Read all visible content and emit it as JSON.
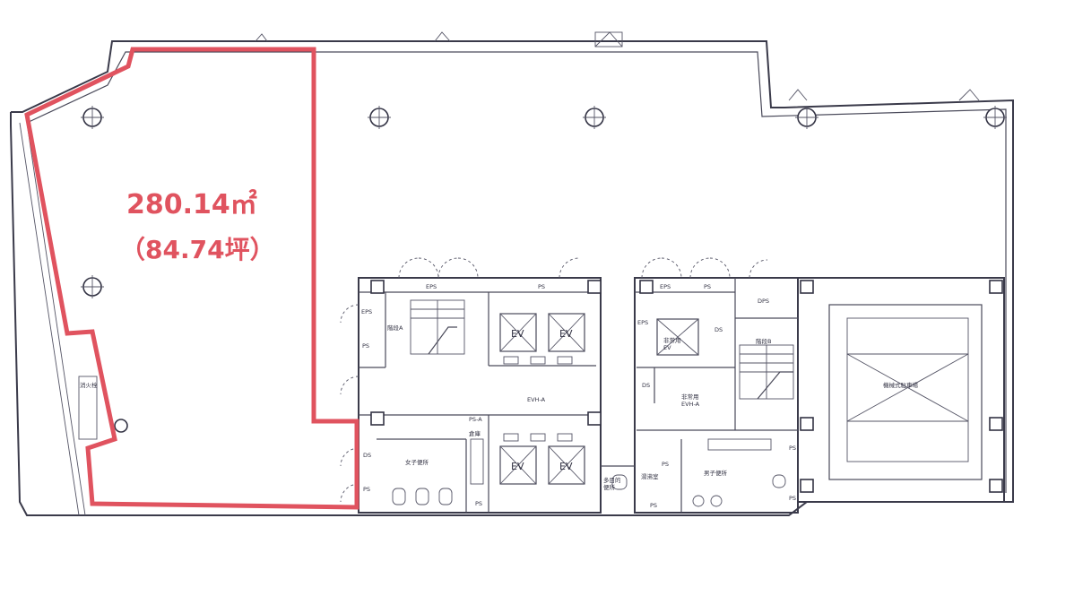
{
  "area": {
    "square_meters": "280.14㎡",
    "tsubo": "（84.74坪）"
  },
  "colors": {
    "tenant_outline": "#e0535f",
    "wall": "#3a3a4a"
  },
  "labels": {
    "eps_top_left": "EPS",
    "ps_top_left": "PS",
    "eps_left": "EPS",
    "ps_left": "PS",
    "stair_a": "階段A",
    "ev1": "EV",
    "ev2": "EV",
    "ev3": "EV",
    "ev4": "EV",
    "ev_hall_a": "EVH-A",
    "eps_mid": "EPS",
    "ps_mid": "PS",
    "eps_right": "EPS",
    "ds": "DS",
    "freight_ev": "非常用\nEV",
    "stair_b": "階段B",
    "dps": "DPS",
    "ds2": "DS",
    "emergency_evh": "非常用\nEVH-A",
    "ps_a": "PS-A",
    "storage": "倉庫",
    "womens_wc": "女子便所",
    "ps_bottom_left": "PS",
    "ps_bottom_left2": "PS",
    "ds_bottom": "DS",
    "ps_bottom": "PS",
    "multi_wc": "多目的\n便所",
    "pantry": "湯沸室",
    "ps_pantry": "PS",
    "mens_wc": "男子便所",
    "ps_right": "PS",
    "ps_right2": "PS",
    "parking": "機械式駐車場",
    "fire_panel": "消火栓"
  }
}
